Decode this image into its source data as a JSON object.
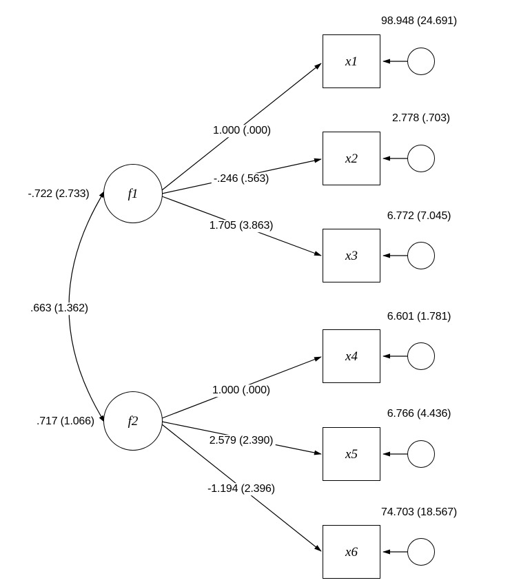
{
  "diagram": {
    "type": "sem-path-diagram",
    "factors": [
      {
        "label": "f1",
        "variance_label": "-.722 (2.733)"
      },
      {
        "label": "f2",
        "variance_label": ".717 (1.066)"
      }
    ],
    "covariance_label": ".663 (1.362)",
    "observed": [
      {
        "label": "x1",
        "factor": "f1",
        "loading_label": "1.000 (.000)",
        "error_variance_label": "98.948 (24.691)"
      },
      {
        "label": "x2",
        "factor": "f1",
        "loading_label": "-.246 (.563)",
        "error_variance_label": "2.778 (.703)"
      },
      {
        "label": "x3",
        "factor": "f1",
        "loading_label": "1.705 (3.863)",
        "error_variance_label": "6.772 (7.045)"
      },
      {
        "label": "x4",
        "factor": "f2",
        "loading_label": "1.000 (.000)",
        "error_variance_label": "6.601 (1.781)"
      },
      {
        "label": "x5",
        "factor": "f2",
        "loading_label": "2.579 (2.390)",
        "error_variance_label": "6.766 (4.436)"
      },
      {
        "label": "x6",
        "factor": "f2",
        "loading_label": "-1.194 (2.396)",
        "error_variance_label": "74.703 (18.567)"
      }
    ],
    "colors": {
      "line": "#000000",
      "background": "#ffffff",
      "node_fill": "#ffffff"
    }
  }
}
